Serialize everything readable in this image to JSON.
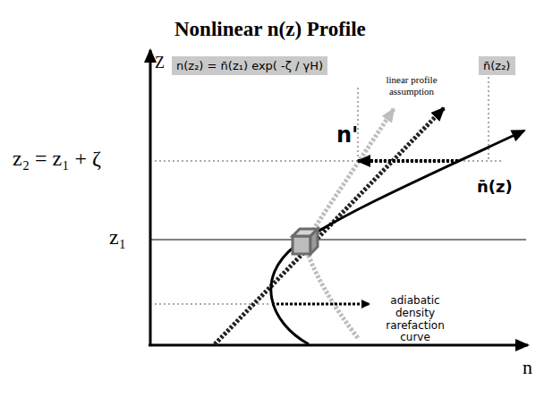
{
  "diagram": {
    "title": "Nonlinear n(z) Profile",
    "nodes": [
      {
        "text": [
          "n(z₂) = n̄(z₁) exp( -ζ / γH)"
        ]
      },
      {
        "text": [
          "n̄(z₂)"
        ]
      }
    ],
    "labels": [
      "linear profile assumption",
      "n'",
      "n̄(z)",
      "z₂ = z₁ + ζ",
      "z₁",
      "adiabatic density rarefaction curve",
      "Z",
      "n"
    ]
  }
}
